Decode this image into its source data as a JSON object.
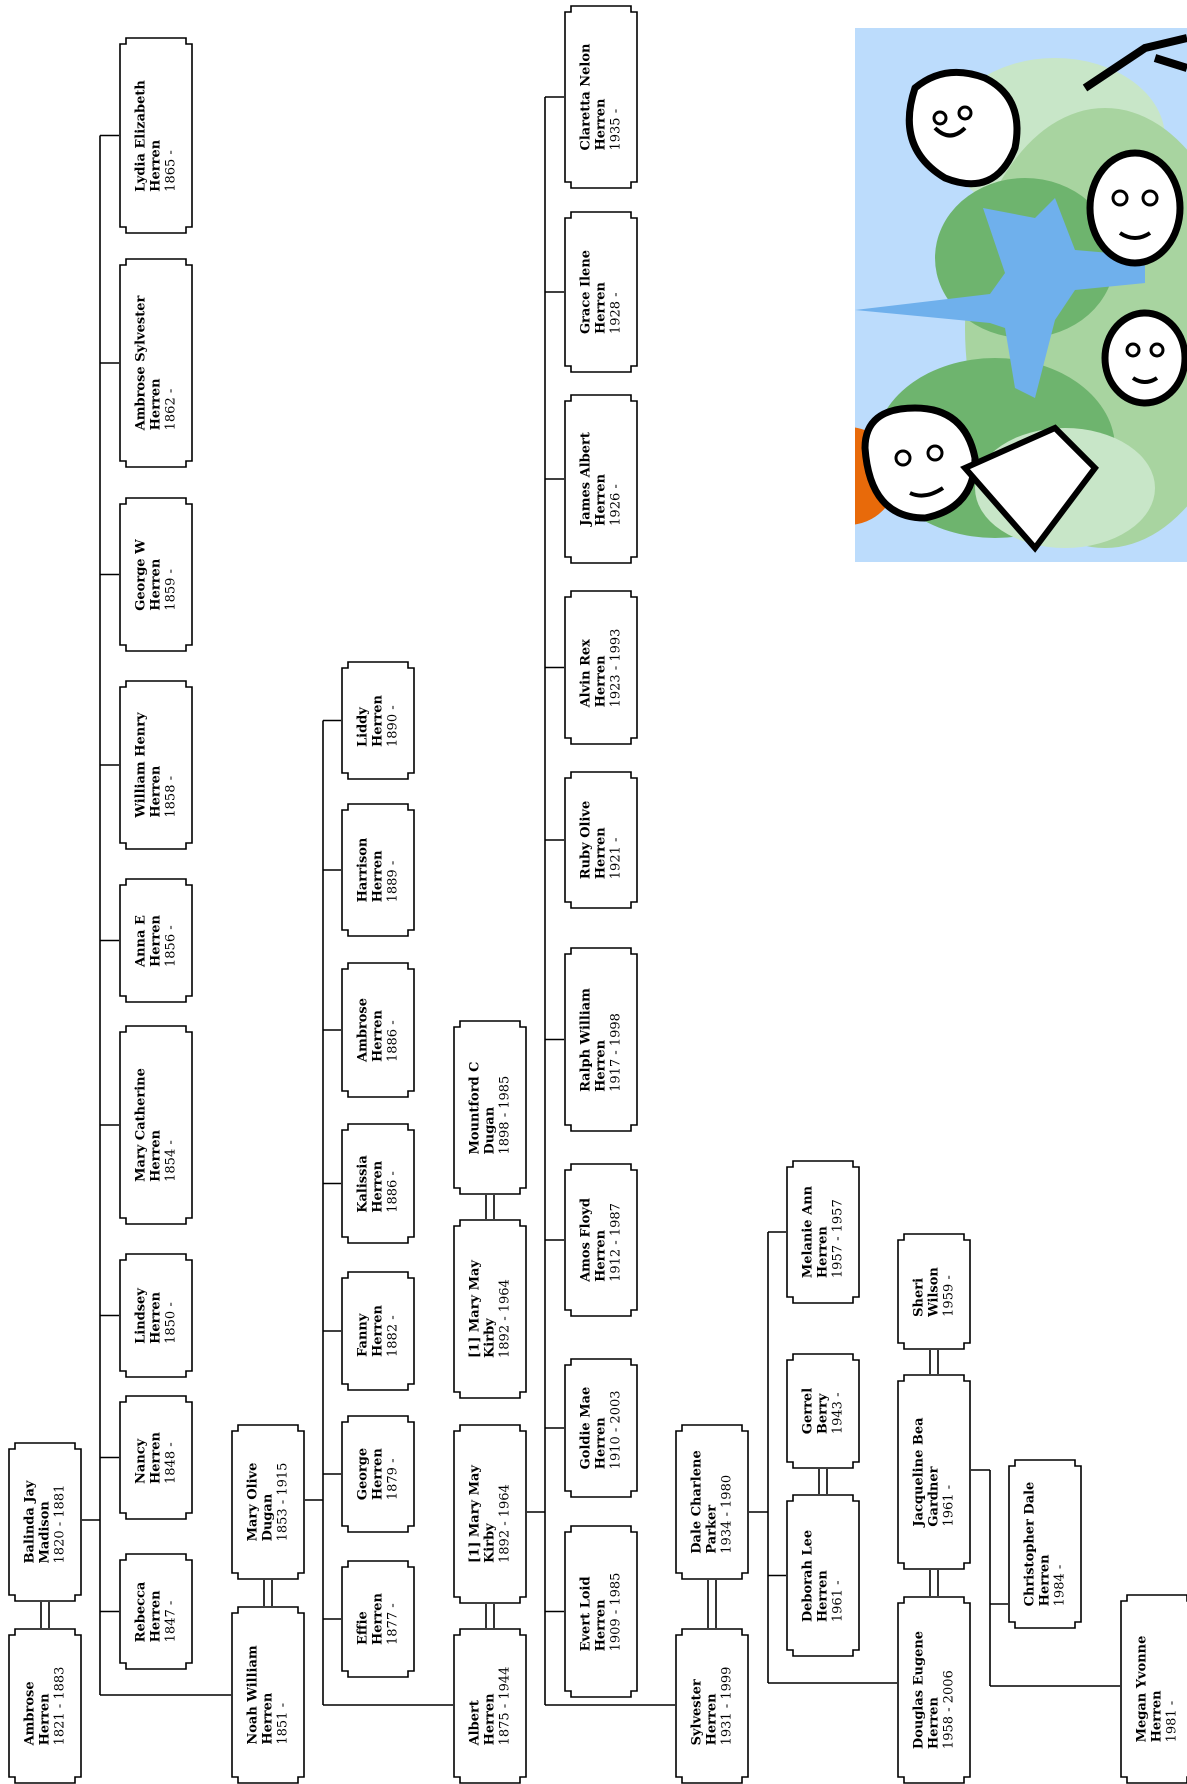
{
  "people": {
    "ambrose_sr": {
      "first": "Ambrose",
      "last": "Herren",
      "years": "1821 - 1883"
    },
    "balinda": {
      "first": "Balinda Jay",
      "last": "Madison",
      "years": "1820 - 1881"
    },
    "rebecca": {
      "first": "Rebecca",
      "last": "Herren",
      "years": "1847 -"
    },
    "nancy": {
      "first": "Nancy",
      "last": "Herren",
      "years": "1848 -"
    },
    "lindsey": {
      "first": "Lindsey",
      "last": "Herren",
      "years": "1850 -"
    },
    "mary_catherine": {
      "first": "Mary Catherine",
      "last": "Herren",
      "years": "1854 -"
    },
    "anna_e": {
      "first": "Anna E",
      "last": "Herren",
      "years": "1856 -"
    },
    "william_henry": {
      "first": "William Henry",
      "last": "Herren",
      "years": "1858 -"
    },
    "george_w": {
      "first": "George W",
      "last": "Herren",
      "years": "1859 -"
    },
    "ambrose_sylvester": {
      "first": "Ambrose Sylvester",
      "last": "Herren",
      "years": "1862 -"
    },
    "lydia": {
      "first": "Lydia Elizabeth",
      "last": "Herren",
      "years": "1865 -"
    },
    "noah": {
      "first": "Noah William",
      "last": "Herren",
      "years": "1851 -"
    },
    "mary_olive": {
      "first": "Mary Olive",
      "last": "Dugan",
      "years": "1853 - 1915"
    },
    "effie": {
      "first": "Effie",
      "last": "Herren",
      "years": "1877 -"
    },
    "george": {
      "first": "George",
      "last": "Herren",
      "years": "1879 -"
    },
    "fanny": {
      "first": "Fanny",
      "last": "Herren",
      "years": "1882 -"
    },
    "kalissia": {
      "first": "Kalissia",
      "last": "Herren",
      "years": "1886 -"
    },
    "ambrose_jr": {
      "first": "Ambrose",
      "last": "Herren",
      "years": "1886 -"
    },
    "harrison": {
      "first": "Harrison",
      "last": "Herren",
      "years": "1889 -"
    },
    "liddy": {
      "first": "Liddy",
      "last": "Herren",
      "years": "1890 -"
    },
    "albert": {
      "first": "Albert",
      "last": "Herren",
      "years": "1875 - 1944"
    },
    "mary_may_1": {
      "first": "[1] Mary May",
      "last": "Kirby",
      "years": "1892 - 1964"
    },
    "mary_may_2": {
      "first": "[1] Mary May",
      "last": "Kirby",
      "years": "1892 - 1964"
    },
    "mountford": {
      "first": "Mountford C",
      "last": "Dugan",
      "years": "1898 - 1985"
    },
    "evert": {
      "first": "Evert Loid",
      "last": "Herren",
      "years": "1909 - 1985"
    },
    "goldie": {
      "first": "Goldie Mae",
      "last": "Herren",
      "years": "1910 - 2003"
    },
    "amos": {
      "first": "Amos Floyd",
      "last": "Herren",
      "years": "1912 - 1987"
    },
    "ralph": {
      "first": "Ralph William",
      "last": "Herren",
      "years": "1917 - 1998"
    },
    "ruby": {
      "first": "Ruby Olive",
      "last": "Herren",
      "years": "1921 -"
    },
    "alvin": {
      "first": "Alvin Rex",
      "last": "Herren",
      "years": "1923 - 1993"
    },
    "james": {
      "first": "James Albert",
      "last": "Herren",
      "years": "1926 -"
    },
    "grace": {
      "first": "Grace Ilene",
      "last": "Herren",
      "years": "1928 -"
    },
    "claretta": {
      "first": "Claretta Nelon",
      "last": "Herren",
      "years": "1935 -"
    },
    "sylvester": {
      "first": "Sylvester",
      "last": "Herren",
      "years": "1931 - 1999"
    },
    "dale": {
      "first": "Dale Charlene",
      "last": "Parker",
      "years": "1934 - 1980"
    },
    "deborah": {
      "first": "Deborah Lee",
      "last": "Herren",
      "years": "1961 -"
    },
    "gerrel": {
      "first": "Gerrel",
      "last": "Berry",
      "years": "1943 -"
    },
    "melanie": {
      "first": "Melanie Ann",
      "last": "Herren",
      "years": "1957 - 1957"
    },
    "douglas": {
      "first": "Douglas Eugene",
      "last": "Herren",
      "years": "1958 - 2006"
    },
    "jacqueline": {
      "first": "Jacqueline Bea",
      "last": "Gardner",
      "years": "1961 -"
    },
    "sheri": {
      "first": "Sheri",
      "last": "Wilson",
      "years": "1959 -"
    },
    "christopher": {
      "first": "Christopher Dale",
      "last": "Herren",
      "years": "1984 -"
    },
    "megan": {
      "first": "Megan Yvonne",
      "last": "Herren",
      "years": "1981 -"
    }
  },
  "colors": {
    "line": "#000000",
    "box_border": "#000000",
    "sky": "#bcdcfc",
    "sun": "#e86a0a",
    "tree_dark": "#6eb46e",
    "tree_light": "#a8d4a0",
    "tree_pale": "#c8e6c8",
    "bird": "#6fb0ec"
  },
  "decoration": {
    "clipart_icon": "family-portrait-illustration"
  }
}
